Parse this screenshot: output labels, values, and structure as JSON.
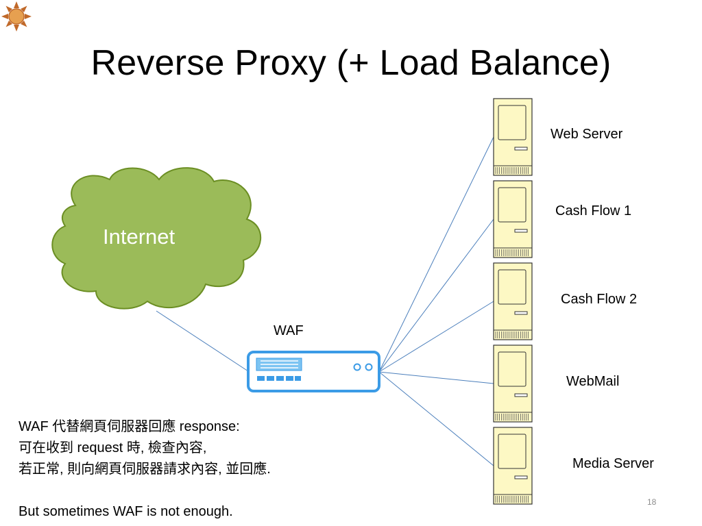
{
  "slide": {
    "title": "Reverse Proxy (+ Load Balance)",
    "number": "18"
  },
  "diagram": {
    "cloud_label": "Internet",
    "waf_label": "WAF",
    "servers": [
      {
        "label": "Web Server"
      },
      {
        "label": "Cash Flow 1"
      },
      {
        "label": "Cash Flow 2"
      },
      {
        "label": "WebMail"
      },
      {
        "label": "Media Server"
      }
    ],
    "colors": {
      "cloud_fill": "#9bbb59",
      "cloud_stroke": "#6b8e23",
      "server_fill": "#fdf8c4",
      "link_line": "#4a7ebb",
      "waf_accent": "#3b9be6",
      "sun_fill": "#e6a050"
    }
  },
  "notes": {
    "line1": "WAF 代替網頁伺服器回應 response:",
    "line2": "可在收到 request 時, 檢查內容,",
    "line3": "若正常, 則向網頁伺服器請求內容, 並回應.",
    "line4": "But sometimes WAF is not enough."
  },
  "icons": [
    "sun-logo-icon",
    "cloud-icon",
    "waf-device-icon",
    "server-icon"
  ]
}
